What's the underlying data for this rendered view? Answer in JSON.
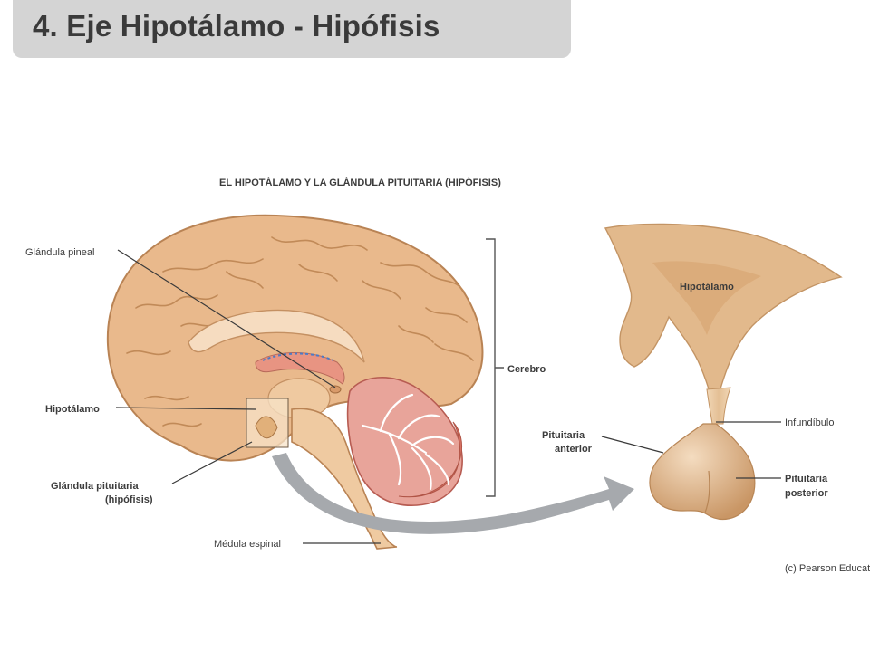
{
  "slide": {
    "title": "4. Eje Hipotálamo - Hipófisis"
  },
  "figure": {
    "heading": "EL HIPOTÁLAMO Y LA GLÁNDULA PITUITARIA (HIPÓFISIS)",
    "labels": {
      "pineal": "Glándula pineal",
      "hypothalamus": "Hipotálamo",
      "pituitary_line1": "Glándula pituitaria",
      "pituitary_line2": "(hipófisis)",
      "spinal": "Médula espinal",
      "cerebrum": "Cerebro",
      "detail_hypothalamus": "Hipotálamo",
      "anterior_line1": "Pituitaria",
      "anterior_line2": "anterior",
      "infundibulum": "Infundíbulo",
      "posterior_line1": "Pituitaria",
      "posterior_line2": "posterior"
    },
    "credit": "(c) Pearson Education, Inc."
  },
  "colors": {
    "brain_fill": "#e9b98c",
    "brain_stroke": "#b98354",
    "cerebellum": "#e8a49a",
    "arrow": "#a6a9ad",
    "pituitary": "#dcae7e",
    "header_bg": "#d4d4d4"
  }
}
